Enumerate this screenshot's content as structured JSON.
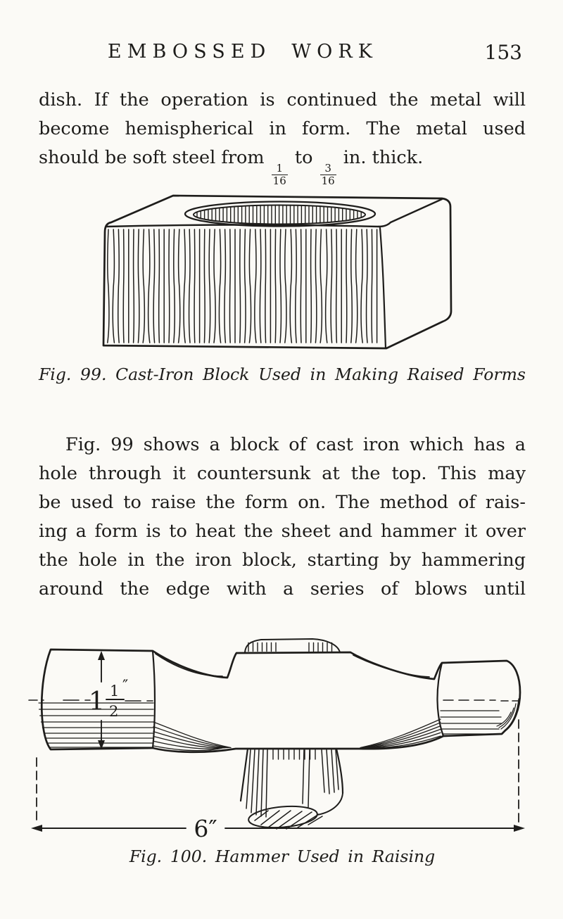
{
  "page": {
    "header": {
      "title": "EMBOSSED WORK",
      "page_number": "153"
    },
    "paragraph_1": {
      "line_1": "dish. If the operation is continued the metal will",
      "line_2": "become hemispherical in form. The metal used",
      "line_3": {
        "before": "should be soft steel from ",
        "fraction_1": {
          "numerator": "1",
          "denominator": "16"
        },
        "between": " to ",
        "fraction_2": {
          "numerator": "3",
          "denominator": "16"
        },
        "after": " in. thick."
      }
    },
    "figure_99": {
      "caption": "Fig. 99. Cast-Iron Block Used in Making Raised Forms"
    },
    "paragraph_2": {
      "line_1": "Fig. 99 shows a block of cast iron which has a",
      "line_2": "hole through it countersunk at the top. This may",
      "line_3": "be used to raise the form on. The method of rais-",
      "line_4": "ing a form is to heat the sheet and hammer it over",
      "line_5": "the hole in the iron block, starting by hammering",
      "line_6": "around the edge with a series of blows until"
    },
    "figure_100": {
      "caption": "Fig. 100. Hammer Used in Raising",
      "height_dimension": {
        "whole": "1",
        "numerator": "1",
        "denominator": "2",
        "unit": "″"
      },
      "width_dimension": "6″"
    }
  }
}
